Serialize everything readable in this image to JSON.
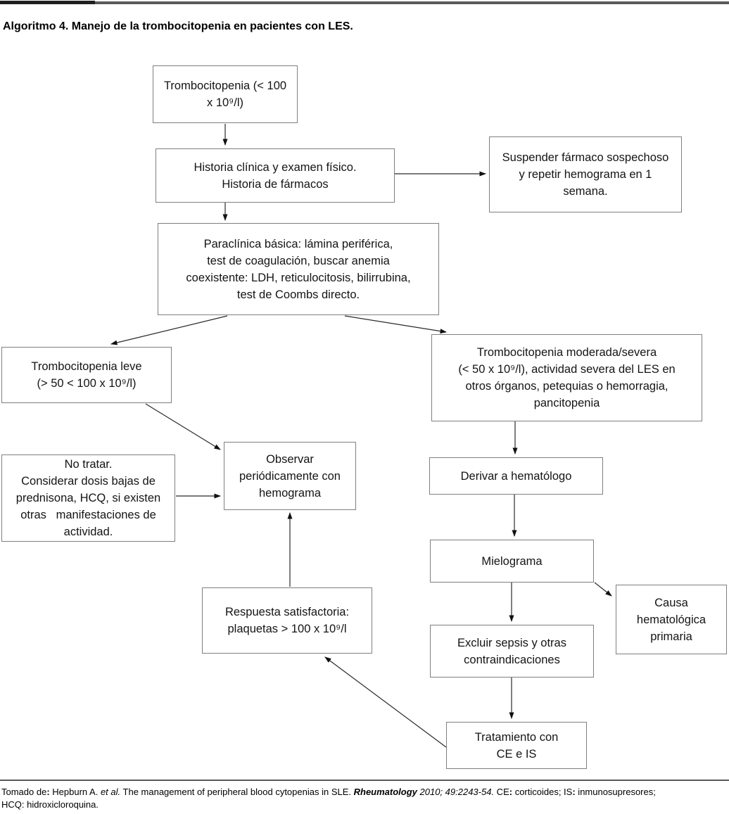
{
  "page": {
    "title": "Algoritmo 4. Manejo de la trombocitopenia en pacientes con LES."
  },
  "colors": {
    "box_border": "#7f7f7f",
    "rule_gray": "#58595b",
    "text": "#141414"
  },
  "nodes": {
    "start": {
      "label": "Trombocitopenia (< 100\nx 10⁹/l)"
    },
    "historia": {
      "label": "Historia clínica y examen físico.\nHistoria de fármacos"
    },
    "suspender": {
      "label": "Suspender fármaco sospechoso\ny repetir hemograma en 1\nsemana."
    },
    "paraclinica": {
      "label": "Paraclínica básica: lámina periférica,\ntest de coagulación, buscar anemia\ncoexistente: LDH, reticulocitosis, bilirrubina,\ntest de Coombs directo."
    },
    "leve": {
      "label": "Trombocitopenia leve\n(> 50 < 100 x 10⁹/l)"
    },
    "moderada": {
      "label": "Trombocitopenia moderada/severa\n(< 50 x 10⁹/l), actividad severa del LES en\notros órganos, petequias o hemorragia,\npancitopenia"
    },
    "no_tratar": {
      "label": "No tratar.\nConsiderar dosis bajas de\nprednisona, HCQ, si existen\notras   manifestaciones de\nactividad."
    },
    "observar": {
      "label": "Observar\nperiódicamente con\nhemograma"
    },
    "derivar": {
      "label": "Derivar a hematólogo"
    },
    "mielograma": {
      "label": "Mielograma"
    },
    "causa": {
      "label": "Causa\nhematológica\nprimaria"
    },
    "excluir": {
      "label": "Excluir sepsis y otras\ncontraindicaciones"
    },
    "respuesta": {
      "label": "Respuesta satisfactoria:\nplaquetas > 100 x 10⁹/l"
    },
    "tratamiento": {
      "label": "Tratamiento con\nCE e IS"
    }
  },
  "edges": [
    {
      "from": "start",
      "to": "historia"
    },
    {
      "from": "historia",
      "to": "suspender"
    },
    {
      "from": "historia",
      "to": "paraclinica"
    },
    {
      "from": "paraclinica",
      "to": "leve"
    },
    {
      "from": "paraclinica",
      "to": "moderada"
    },
    {
      "from": "leve",
      "to": "observar"
    },
    {
      "from": "no_tratar",
      "to": "observar"
    },
    {
      "from": "respuesta",
      "to": "observar"
    },
    {
      "from": "moderada",
      "to": "derivar"
    },
    {
      "from": "derivar",
      "to": "mielograma"
    },
    {
      "from": "mielograma",
      "to": "causa"
    },
    {
      "from": "mielograma",
      "to": "excluir"
    },
    {
      "from": "excluir",
      "to": "tratamiento"
    },
    {
      "from": "tratamiento",
      "to": "respuesta"
    }
  ],
  "footer": {
    "p1": "Tomado de",
    "p1c": ":",
    "p2": " Hepburn A. ",
    "p3": "et al.",
    "p4": " The management of peripheral blood cytopenias in SLE. ",
    "p5": "Rheumatology",
    "p6": " 2010; 49:2243-54.",
    "p7": " CE",
    "p7c": ":",
    "p8": " corticoides; IS",
    "p8c": ":",
    "p9": " inmunosupresores;",
    "line2": "HCQ: hidroxicloroquina."
  }
}
